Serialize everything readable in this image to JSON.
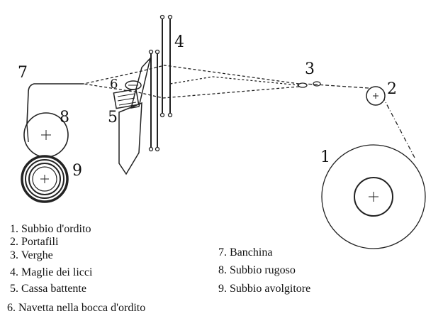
{
  "diagram": {
    "labels": {
      "n1": "1",
      "n2": "2",
      "n3": "3",
      "n4": "4",
      "n5": "5",
      "n6": "6",
      "n7": "7",
      "n8": "8",
      "n9": "9"
    }
  },
  "legend": {
    "left": [
      "1. Subbio d'ordito",
      "2. Portafili",
      "3. Verghe",
      "4. Maglie dei licci",
      "5. Cassa battente",
      "6. Navetta nella bocca d'ordito"
    ],
    "right": [
      "7. Banchina",
      "8. Subbio rugoso",
      "9. Subbio avolgitore"
    ]
  }
}
